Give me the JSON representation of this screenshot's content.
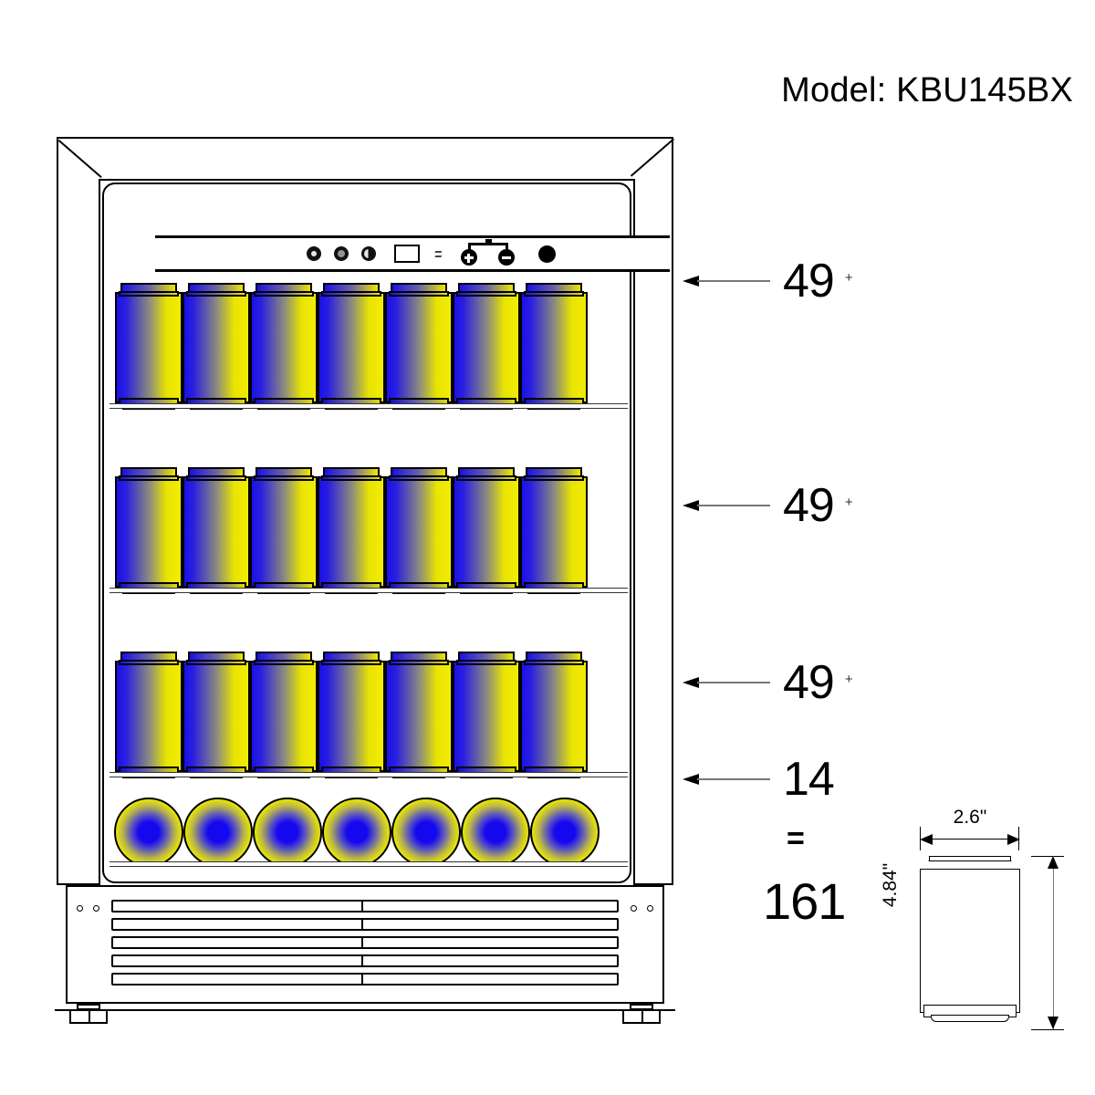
{
  "model": {
    "label": "Model: KBU145BX"
  },
  "control_panel": {
    "buttons": [
      "light-button",
      "fan-button",
      "mode-button"
    ],
    "display": "temperature-display",
    "plus_label": "+",
    "minus_label": "−",
    "power": "power-button"
  },
  "capacity": {
    "rows": [
      {
        "name": "shelf-row-1",
        "count": "49",
        "plus": "+"
      },
      {
        "name": "shelf-row-2",
        "count": "49",
        "plus": "+"
      },
      {
        "name": "shelf-row-3",
        "count": "49",
        "plus": "+"
      },
      {
        "name": "shelf-row-4",
        "count": "14",
        "plus": ""
      }
    ],
    "equals_symbol": "=",
    "total": "161",
    "cans_per_row": 7
  },
  "can_spec": {
    "width_label": "2.6\"",
    "height_label": "4.84\""
  },
  "grille": {
    "vent_rows": 5,
    "vent_columns": 2
  },
  "colors": {
    "can_blue": "#1a10e8",
    "can_yellow": "#f2ec05",
    "outline": "#000000",
    "leader": "#777777"
  }
}
